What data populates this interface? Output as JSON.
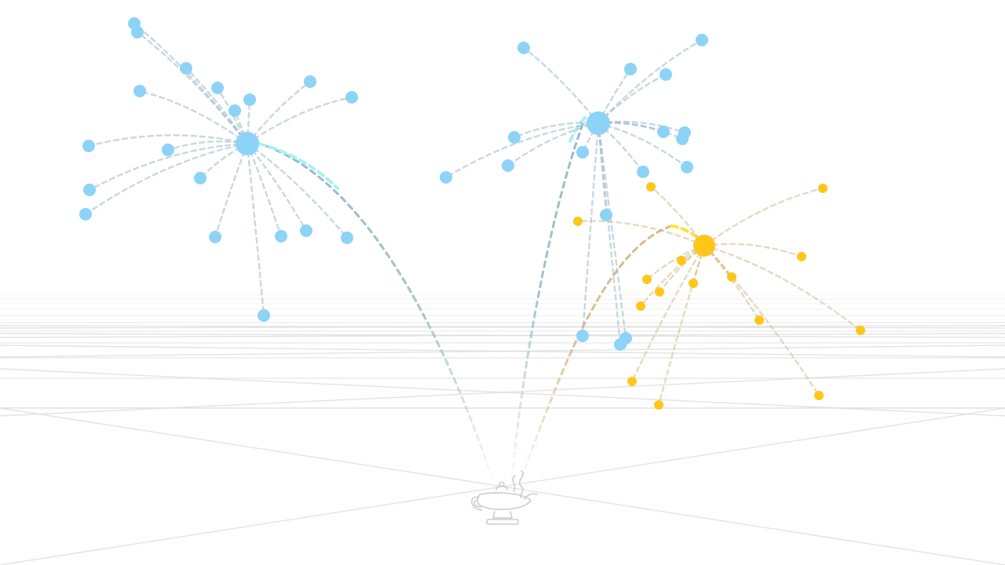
{
  "scene": {
    "background": "#ffffff",
    "grid_color": "#d9d9d9",
    "lamp_icon": "magic-lamp-icon",
    "lamp_color": "#cccccc"
  },
  "clusters": [
    {
      "name": "blue-cluster-left",
      "color": "#8dd3f7",
      "trail_color": "#9ab8c6",
      "burst_color": "#a8f0f2",
      "hub_radius": 15,
      "leaf_radius": 7
    },
    {
      "name": "blue-cluster-right",
      "color": "#8dd3f7",
      "trail_color": "#9ab8c6",
      "burst_color": "#a8f0f2",
      "hub_radius": 15,
      "leaf_radius": 7
    },
    {
      "name": "yellow-cluster",
      "color": "#ffc61a",
      "trail_color": "#d3b98a",
      "burst_color": "#ffe23a",
      "hub_radius": 14,
      "leaf_radius": 6
    }
  ]
}
